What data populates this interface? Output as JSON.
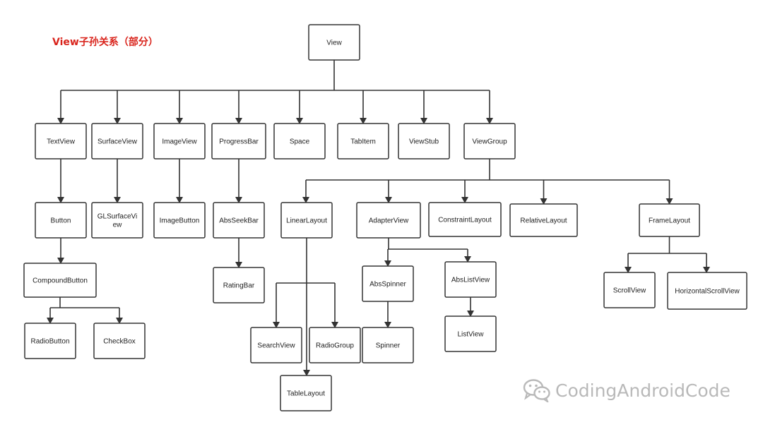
{
  "title": "View子孙关系（部分）",
  "colors": {
    "title": "#d9241c",
    "stroke": "#333333",
    "watermark": "#b9b9b9"
  },
  "watermark": {
    "text": "CodingAndroidCode",
    "icon": "wechat-icon"
  },
  "nodes": [
    {
      "id": "view",
      "lines": [
        "View"
      ]
    },
    {
      "id": "textview",
      "lines": [
        "TextView"
      ]
    },
    {
      "id": "surfaceview",
      "lines": [
        "SurfaceView"
      ]
    },
    {
      "id": "imageview",
      "lines": [
        "ImageView"
      ]
    },
    {
      "id": "progressbar",
      "lines": [
        "ProgressBar"
      ]
    },
    {
      "id": "space",
      "lines": [
        "Space"
      ]
    },
    {
      "id": "tabitem",
      "lines": [
        "TabItem"
      ]
    },
    {
      "id": "viewstub",
      "lines": [
        "ViewStub"
      ]
    },
    {
      "id": "viewgroup",
      "lines": [
        "ViewGroup"
      ]
    },
    {
      "id": "button",
      "lines": [
        "Button"
      ]
    },
    {
      "id": "glsurfaceview",
      "lines": [
        "GLSurfaceVi",
        "ew"
      ]
    },
    {
      "id": "imagebutton",
      "lines": [
        "ImageButton"
      ]
    },
    {
      "id": "absseekbar",
      "lines": [
        "AbsSeekBar"
      ]
    },
    {
      "id": "linearlayout",
      "lines": [
        "LinearLayout"
      ]
    },
    {
      "id": "adapterview",
      "lines": [
        "AdapterView"
      ]
    },
    {
      "id": "constraintlayout",
      "lines": [
        "ConstraintLayout"
      ]
    },
    {
      "id": "relativelayout",
      "lines": [
        "RelativeLayout"
      ]
    },
    {
      "id": "framelayout",
      "lines": [
        "FrameLayout"
      ]
    },
    {
      "id": "compoundbutton",
      "lines": [
        "CompoundButton"
      ]
    },
    {
      "id": "ratingbar",
      "lines": [
        "RatingBar"
      ]
    },
    {
      "id": "absspinner",
      "lines": [
        "AbsSpinner"
      ]
    },
    {
      "id": "abslistview",
      "lines": [
        "AbsListView"
      ]
    },
    {
      "id": "scrollview",
      "lines": [
        "ScrollView"
      ]
    },
    {
      "id": "horizontalscrollview",
      "lines": [
        "HorizontalScrollView"
      ]
    },
    {
      "id": "radiobutton",
      "lines": [
        "RadioButton"
      ]
    },
    {
      "id": "checkbox",
      "lines": [
        "CheckBox"
      ]
    },
    {
      "id": "searchview",
      "lines": [
        "SearchView"
      ]
    },
    {
      "id": "radiogroup",
      "lines": [
        "RadioGroup"
      ]
    },
    {
      "id": "spinner",
      "lines": [
        "Spinner"
      ]
    },
    {
      "id": "listview",
      "lines": [
        "ListView"
      ]
    },
    {
      "id": "tablelayout",
      "lines": [
        "TableLayout"
      ]
    }
  ],
  "edges": [
    [
      "view",
      "textview"
    ],
    [
      "view",
      "surfaceview"
    ],
    [
      "view",
      "imageview"
    ],
    [
      "view",
      "progressbar"
    ],
    [
      "view",
      "space"
    ],
    [
      "view",
      "tabitem"
    ],
    [
      "view",
      "viewstub"
    ],
    [
      "view",
      "viewgroup"
    ],
    [
      "textview",
      "button"
    ],
    [
      "surfaceview",
      "glsurfaceview"
    ],
    [
      "imageview",
      "imagebutton"
    ],
    [
      "progressbar",
      "absseekbar"
    ],
    [
      "viewgroup",
      "linearlayout"
    ],
    [
      "viewgroup",
      "adapterview"
    ],
    [
      "viewgroup",
      "constraintlayout"
    ],
    [
      "viewgroup",
      "relativelayout"
    ],
    [
      "viewgroup",
      "framelayout"
    ],
    [
      "button",
      "compoundbutton"
    ],
    [
      "absseekbar",
      "ratingbar"
    ],
    [
      "adapterview",
      "absspinner"
    ],
    [
      "adapterview",
      "abslistview"
    ],
    [
      "framelayout",
      "scrollview"
    ],
    [
      "framelayout",
      "horizontalscrollview"
    ],
    [
      "compoundbutton",
      "radiobutton"
    ],
    [
      "compoundbutton",
      "checkbox"
    ],
    [
      "linearlayout",
      "searchview"
    ],
    [
      "linearlayout",
      "radiogroup"
    ],
    [
      "linearlayout",
      "tablelayout"
    ],
    [
      "absspinner",
      "spinner"
    ],
    [
      "abslistview",
      "listview"
    ]
  ]
}
